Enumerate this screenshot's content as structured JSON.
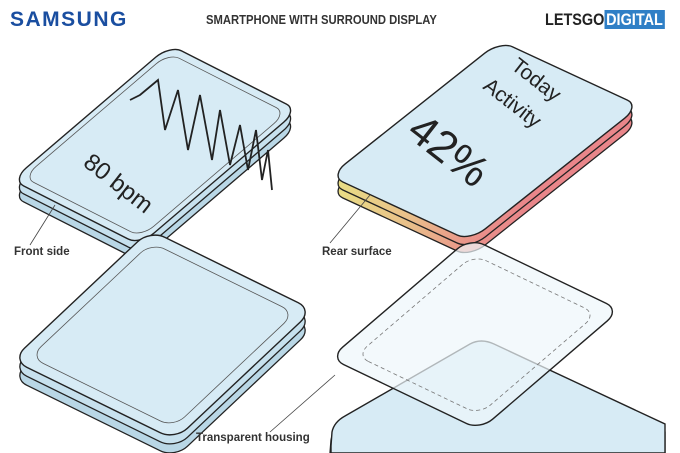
{
  "header": {
    "brand": "SAMSUNG",
    "title": "SMARTPHONE WITH SURROUND DISPLAY",
    "logo_part1": "LETSGO",
    "logo_part2": "DIGITAL"
  },
  "screens": {
    "heart_rate": "80 bpm",
    "activity_title_line1": "Today",
    "activity_title_line2": "Activity",
    "activity_value": "42%"
  },
  "labels": {
    "front": "Front side",
    "rear": "Rear surface",
    "housing": "Transparent housing"
  },
  "colors": {
    "screen": "#d7ebf5",
    "edge": "#b9d7e6",
    "rear_yellow": "#e9df84",
    "rear_red": "#e9868a",
    "logo_blue": "#2f7fc6",
    "brand_blue": "#1a4ea0"
  }
}
